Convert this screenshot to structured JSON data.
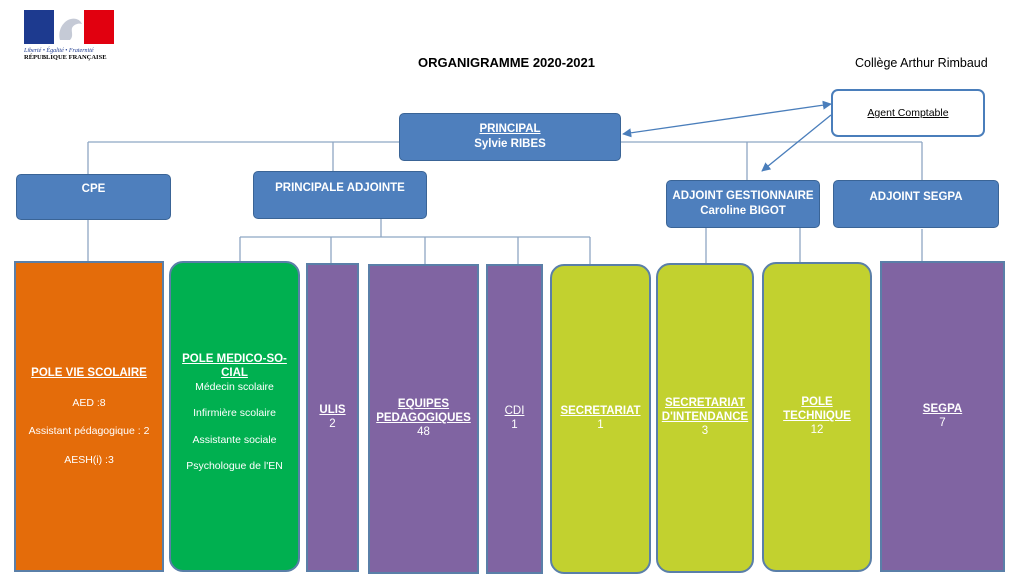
{
  "logo": {
    "motto": "Liberté • Égalité • Fraternité",
    "country": "RÉPUBLIQUE FRANÇAISE",
    "colors": {
      "blue": "#1d3a8f",
      "red": "#e1000f"
    }
  },
  "title": "ORGANIGRAMME 2020-2021",
  "school": "Collège Arthur Rimbaud",
  "agent_comptable": "Agent Comptable",
  "principal": {
    "title": "PRINCIPAL",
    "name": "Sylvie RIBES"
  },
  "cpe": "CPE",
  "principale_adjointe": "PRINCIPALE ADJOINTE",
  "adjoint_gestionnaire": {
    "title": "ADJOINT GESTIONNAIRE",
    "name": "Caroline BIGOT"
  },
  "adjoint_segpa": "ADJOINT SEGPA",
  "pole_vie_scolaire": {
    "title": "POLE VIE SCOLAIRE",
    "items": [
      "AED :8",
      "Assistant pédagogique : 2",
      "AESH(i) :3"
    ]
  },
  "pole_medico_social": {
    "title_line1": "POLE MEDICO-SO-",
    "title_line2": "CIAL",
    "items": [
      "Médecin scolaire",
      "Infirmière scolaire",
      "Assistante sociale",
      "Psychologue de l'EN"
    ]
  },
  "ulis": {
    "title": "ULIS",
    "count": "2"
  },
  "equipes": {
    "title_line1": "EQUIPES",
    "title_line2": "PEDAGOGIQUES",
    "count": "48"
  },
  "cdi": {
    "title": "CDI",
    "count": "1"
  },
  "secretariat": {
    "title": "SECRETARIAT",
    "count": "1"
  },
  "secretariat_intendance": {
    "title_line1": "SECRETARIAT",
    "title_line2": "D'INTENDANCE",
    "count": "3"
  },
  "pole_technique": {
    "title": "POLE TECHNIQUE",
    "count": "12"
  },
  "segpa": {
    "title": "SEGPA",
    "count": "7"
  }
}
